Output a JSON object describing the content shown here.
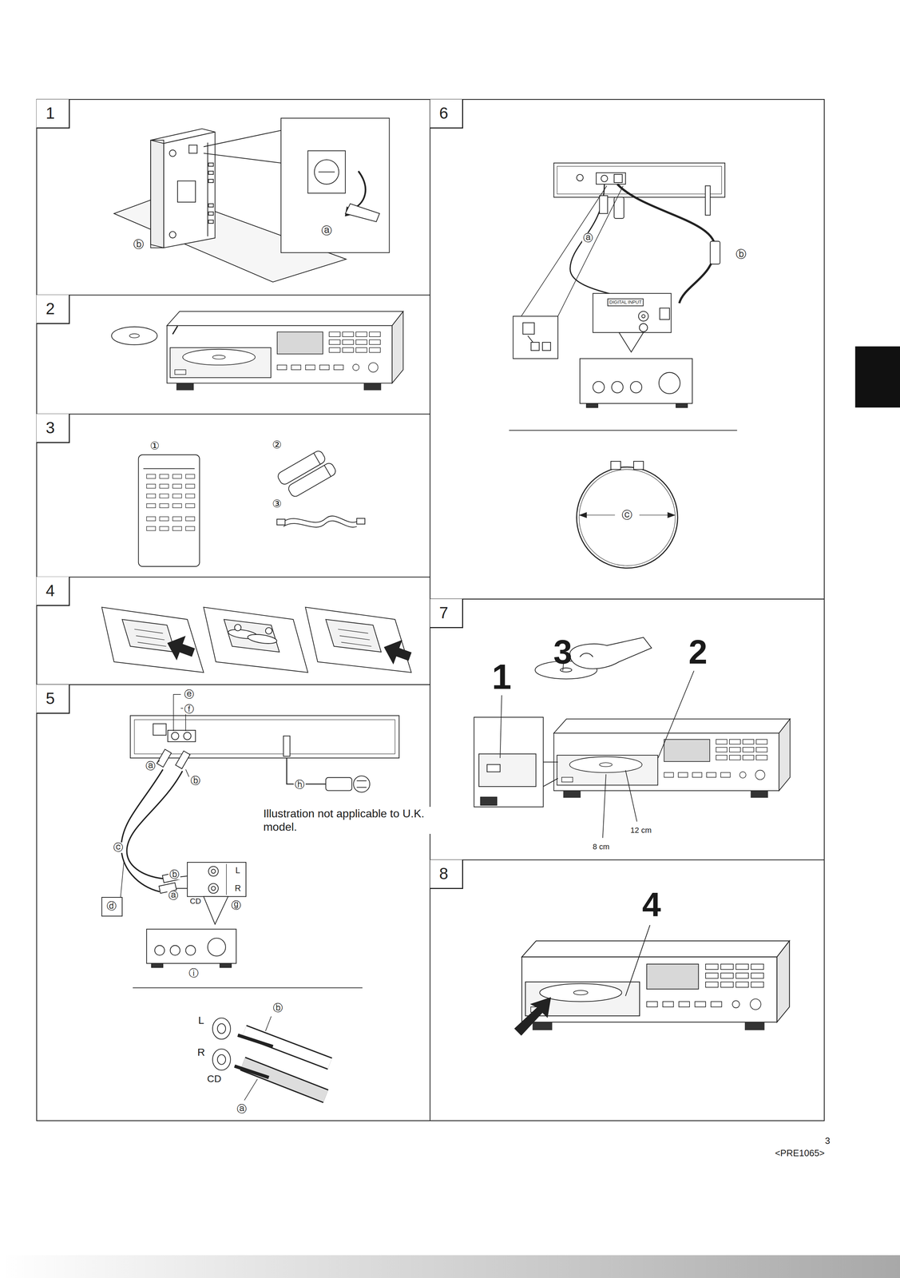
{
  "diagram": {
    "nodes": [
      {
        "text": [
          "1"
        ]
      },
      {
        "text": [
          "2"
        ]
      },
      {
        "text": [
          "3"
        ]
      },
      {
        "text": [
          "4"
        ]
      },
      {
        "text": [
          "5"
        ]
      },
      {
        "text": [
          "6"
        ]
      },
      {
        "text": [
          "7"
        ]
      },
      {
        "text": [
          "8"
        ]
      }
    ],
    "labels": [
      "ⓐ",
      "ⓑ",
      "①",
      "②",
      "③",
      "ⓔ",
      "ⓕ",
      "ⓐ",
      "ⓑ",
      "ⓗ",
      "Illustration not applicable to U.K. model.",
      "ⓒ",
      "ⓑ",
      "L",
      "ⓓ",
      "ⓐ",
      "R",
      "CD",
      "ⓖ",
      "ⓘ",
      "L",
      "ⓑ",
      "R",
      "CD",
      "ⓐ",
      "ⓐ",
      "ⓑ",
      "DIGITAL INPUT",
      "ⓒ",
      "1",
      "3",
      "2",
      "8 cm",
      "12 cm",
      "4",
      "3",
      "<PRE1065>"
    ]
  }
}
